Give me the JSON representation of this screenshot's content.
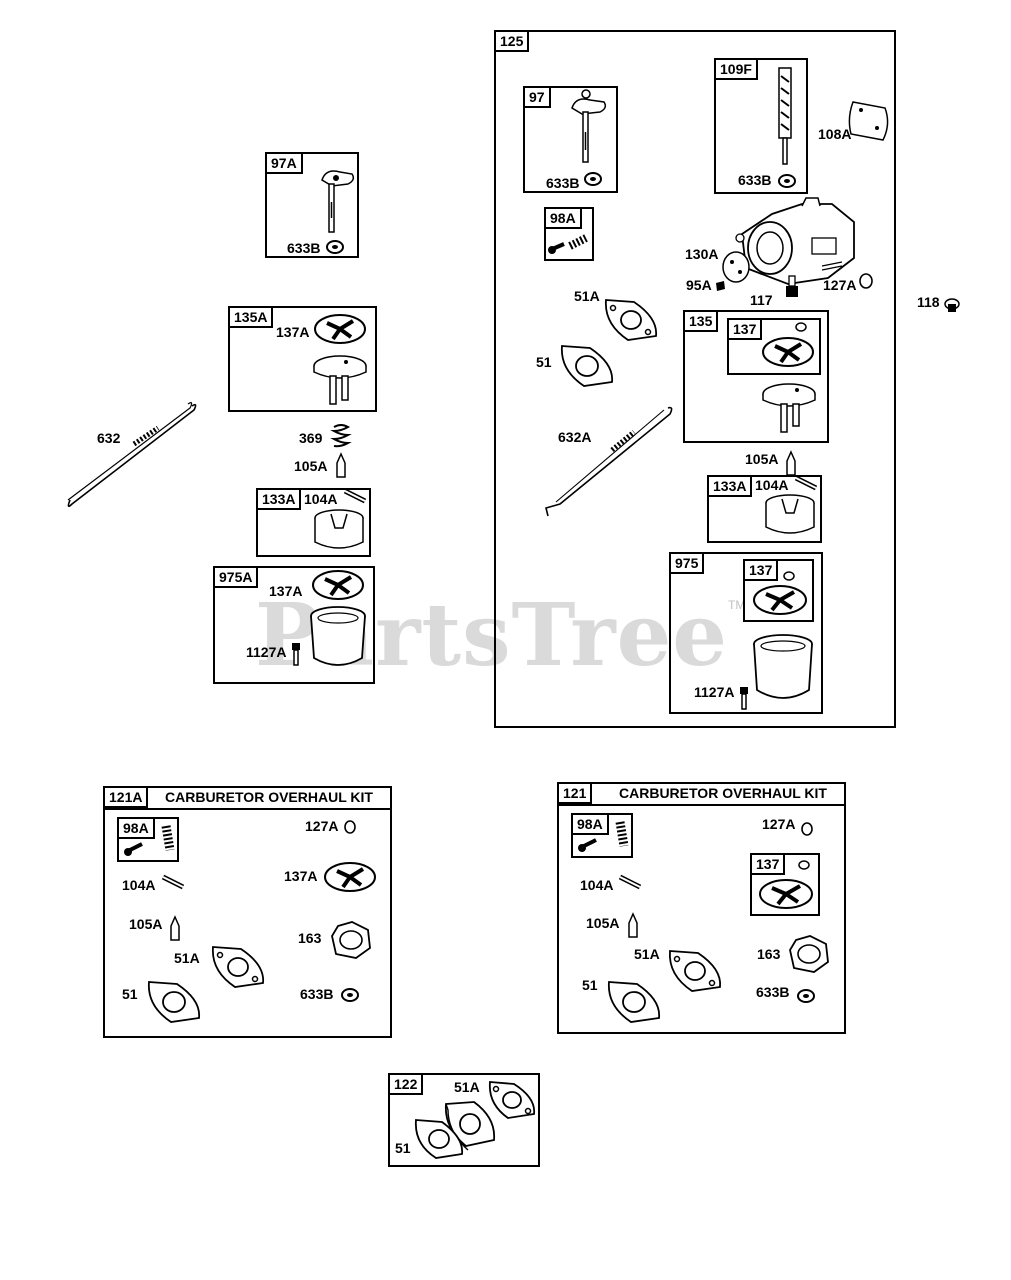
{
  "watermark": {
    "text": "PartsTree",
    "tm": "TM"
  },
  "kit_title": "CARBURETOR OVERHAUL KIT",
  "boxes": {
    "b97A": "97A",
    "b135A": "135A",
    "b133A_left": "133A",
    "b975A": "975A",
    "b125": "125",
    "b97": "97",
    "b109F": "109F",
    "b98A_top": "98A",
    "b135": "135",
    "b137_in135": "137",
    "b133A_right": "133A",
    "b975": "975",
    "b137_in975": "137",
    "b121A": "121A",
    "b98A_kit121A": "98A",
    "b121": "121",
    "b98A_kit121": "98A",
    "b137_kit121": "137",
    "b122": "122"
  },
  "labels": {
    "l633B_97A": "633B",
    "l137A_135A": "137A",
    "l632": "632",
    "l369": "369",
    "l105A_left": "105A",
    "l104A_left": "104A",
    "l137A_975A": "137A",
    "l1127A_left": "1127A",
    "l633B_97": "633B",
    "l633B_109F": "633B",
    "l108A": "108A",
    "l130A": "130A",
    "l95A": "95A",
    "l117": "117",
    "l127A_top": "127A",
    "l118": "118",
    "l51A_top": "51A",
    "l51_top": "51",
    "l632A": "632A",
    "l105A_right": "105A",
    "l104A_right": "104A",
    "l1127A_right": "1127A",
    "k1_127A": "127A",
    "k1_137A": "137A",
    "k1_104A": "104A",
    "k1_105A": "105A",
    "k1_163": "163",
    "k1_51A": "51A",
    "k1_51": "51",
    "k1_633B": "633B",
    "k2_127A": "127A",
    "k2_104A": "104A",
    "k2_105A": "105A",
    "k2_163": "163",
    "k2_51A": "51A",
    "k2_51": "51",
    "k2_633B": "633B",
    "k3_51A": "51A",
    "k3_51": "51"
  }
}
